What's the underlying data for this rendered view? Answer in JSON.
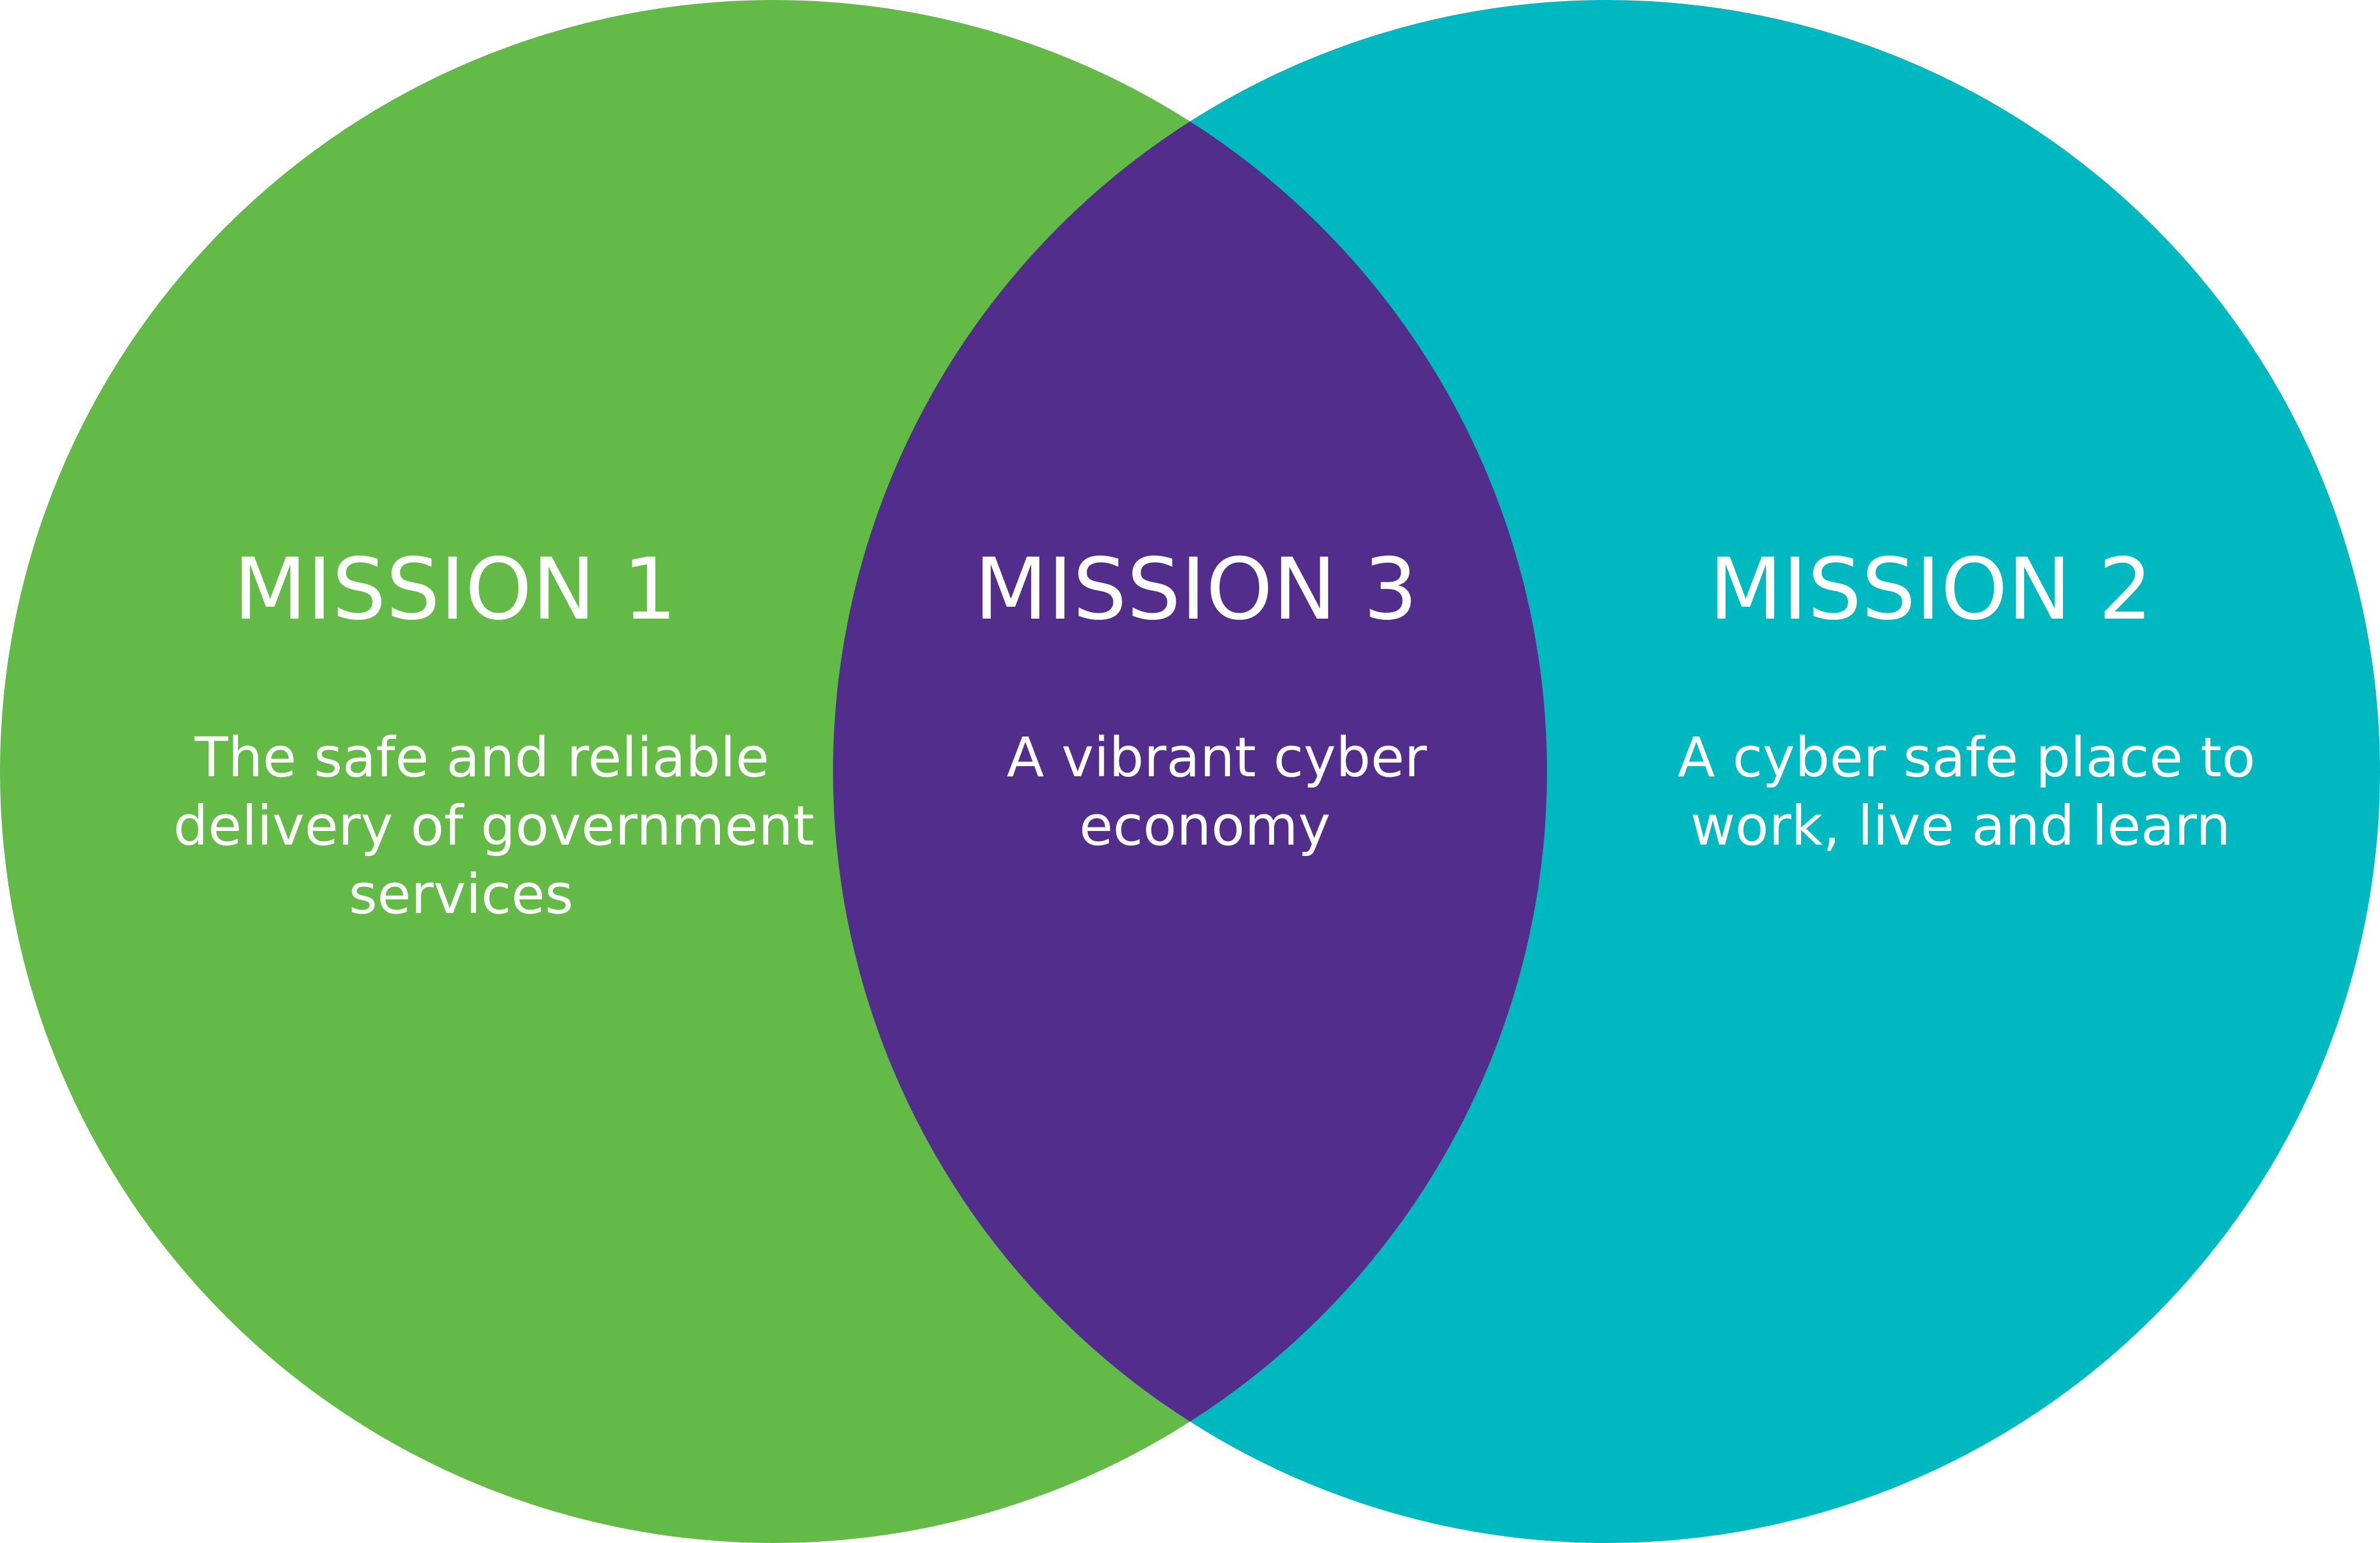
{
  "colors": {
    "mission_1": "#64BA47",
    "mission_2": "#00B9C0",
    "mission_3_overlap": "#522D8B",
    "text": "#FFFFFF",
    "background": "#FFFFFF"
  },
  "missions": [
    {
      "title": "MISSION 1",
      "description_lines": [
        "The safe and reliable",
        "delivery of government",
        "services"
      ]
    },
    {
      "title": "MISSION 3",
      "description_lines": [
        "A vibrant cyber",
        "economy"
      ]
    },
    {
      "title": "MISSION 2",
      "description_lines": [
        "A cyber safe place to",
        "work, live and learn"
      ]
    }
  ]
}
